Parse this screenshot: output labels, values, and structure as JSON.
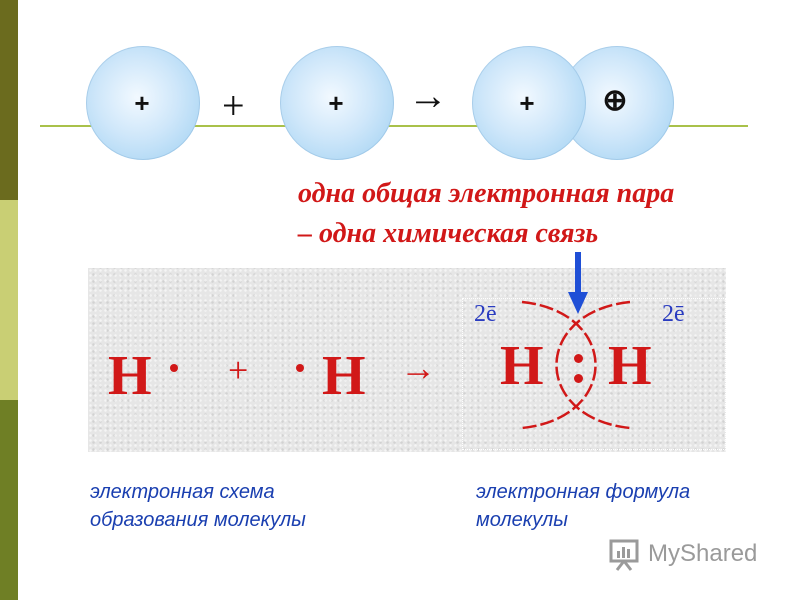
{
  "top_row": {
    "atom_charge": "+",
    "merged_right_charge": "⊕",
    "plus_operator": "+",
    "arrow": "→"
  },
  "caption": {
    "line1": "одна общая электронная пара",
    "line2": "– одна химическая связь"
  },
  "scheme": {
    "h_left": "H",
    "plus": "+",
    "h_right": "H",
    "arrow": "→"
  },
  "formula": {
    "h_left": "H",
    "h_right": "H",
    "electrons_left": "2ē",
    "electrons_right": "2ē"
  },
  "labels": {
    "scheme_line1": "электронная схема",
    "scheme_line2": "образования молекулы",
    "formula_line1": "электронная формула",
    "formula_line2": "молекулы"
  },
  "watermark": "MyShared",
  "colors": {
    "caption_red": "#d11818",
    "label_blue": "#1a3fb0",
    "electron_blue": "#2a3cc0",
    "arrow_blue": "#1f4fd6",
    "atom_blue": "#9ccff1"
  }
}
